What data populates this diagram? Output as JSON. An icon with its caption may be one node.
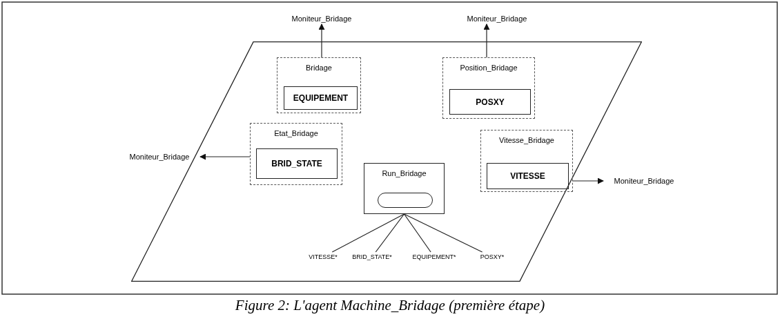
{
  "diagram": {
    "caption": "Figure 2: L'agent Machine_Bridage (première étape)",
    "nodes": [
      {
        "text": [],
        "shape": "parallelogram"
      },
      {
        "text": [
          "Bridage"
        ],
        "in": 0
      },
      {
        "text": [
          "EQUIPEMENT"
        ],
        "in": 1
      },
      {
        "text": [
          "Position_Bridage"
        ],
        "in": 0
      },
      {
        "text": [
          "POSXY"
        ],
        "in": 3
      },
      {
        "text": [
          "Etat_Bridage"
        ],
        "in": 0
      },
      {
        "text": [
          "BRID_STATE"
        ],
        "in": 5
      },
      {
        "text": [
          "Run_Bridage"
        ],
        "in": 0
      },
      {
        "text": [],
        "shape": "oval",
        "in": 7
      },
      {
        "text": [
          "Vitesse_Bridage"
        ],
        "in": 0
      },
      {
        "text": [
          "VITESSE"
        ],
        "in": 9
      },
      {
        "text": [
          "Moniteur_Bridage"
        ]
      },
      {
        "text": [
          "Moniteur_Bridage"
        ]
      },
      {
        "text": [
          "Moniteur_Bridage"
        ]
      },
      {
        "text": [
          "Moniteur_Bridage"
        ]
      },
      {
        "text": [
          "VITESSE*"
        ],
        "in": 0
      },
      {
        "text": [
          "BRID_STATE*"
        ],
        "in": 0
      },
      {
        "text": [
          "EQUIPEMENT*"
        ],
        "in": 0
      },
      {
        "text": [
          "POSXY*"
        ],
        "in": 0
      }
    ],
    "edges": [
      {
        "from": 1,
        "to": 11,
        "arrow": "to"
      },
      {
        "from": 3,
        "to": 12,
        "arrow": "to"
      },
      {
        "from": 5,
        "to": 13,
        "arrow": "to"
      },
      {
        "from": 9,
        "to": 14,
        "arrow": "to"
      },
      {
        "from": 7,
        "to": 15,
        "arrow": "none"
      },
      {
        "from": 7,
        "to": 16,
        "arrow": "none"
      },
      {
        "from": 7,
        "to": 17,
        "arrow": "none"
      },
      {
        "from": 7,
        "to": 18,
        "arrow": "none"
      }
    ]
  }
}
